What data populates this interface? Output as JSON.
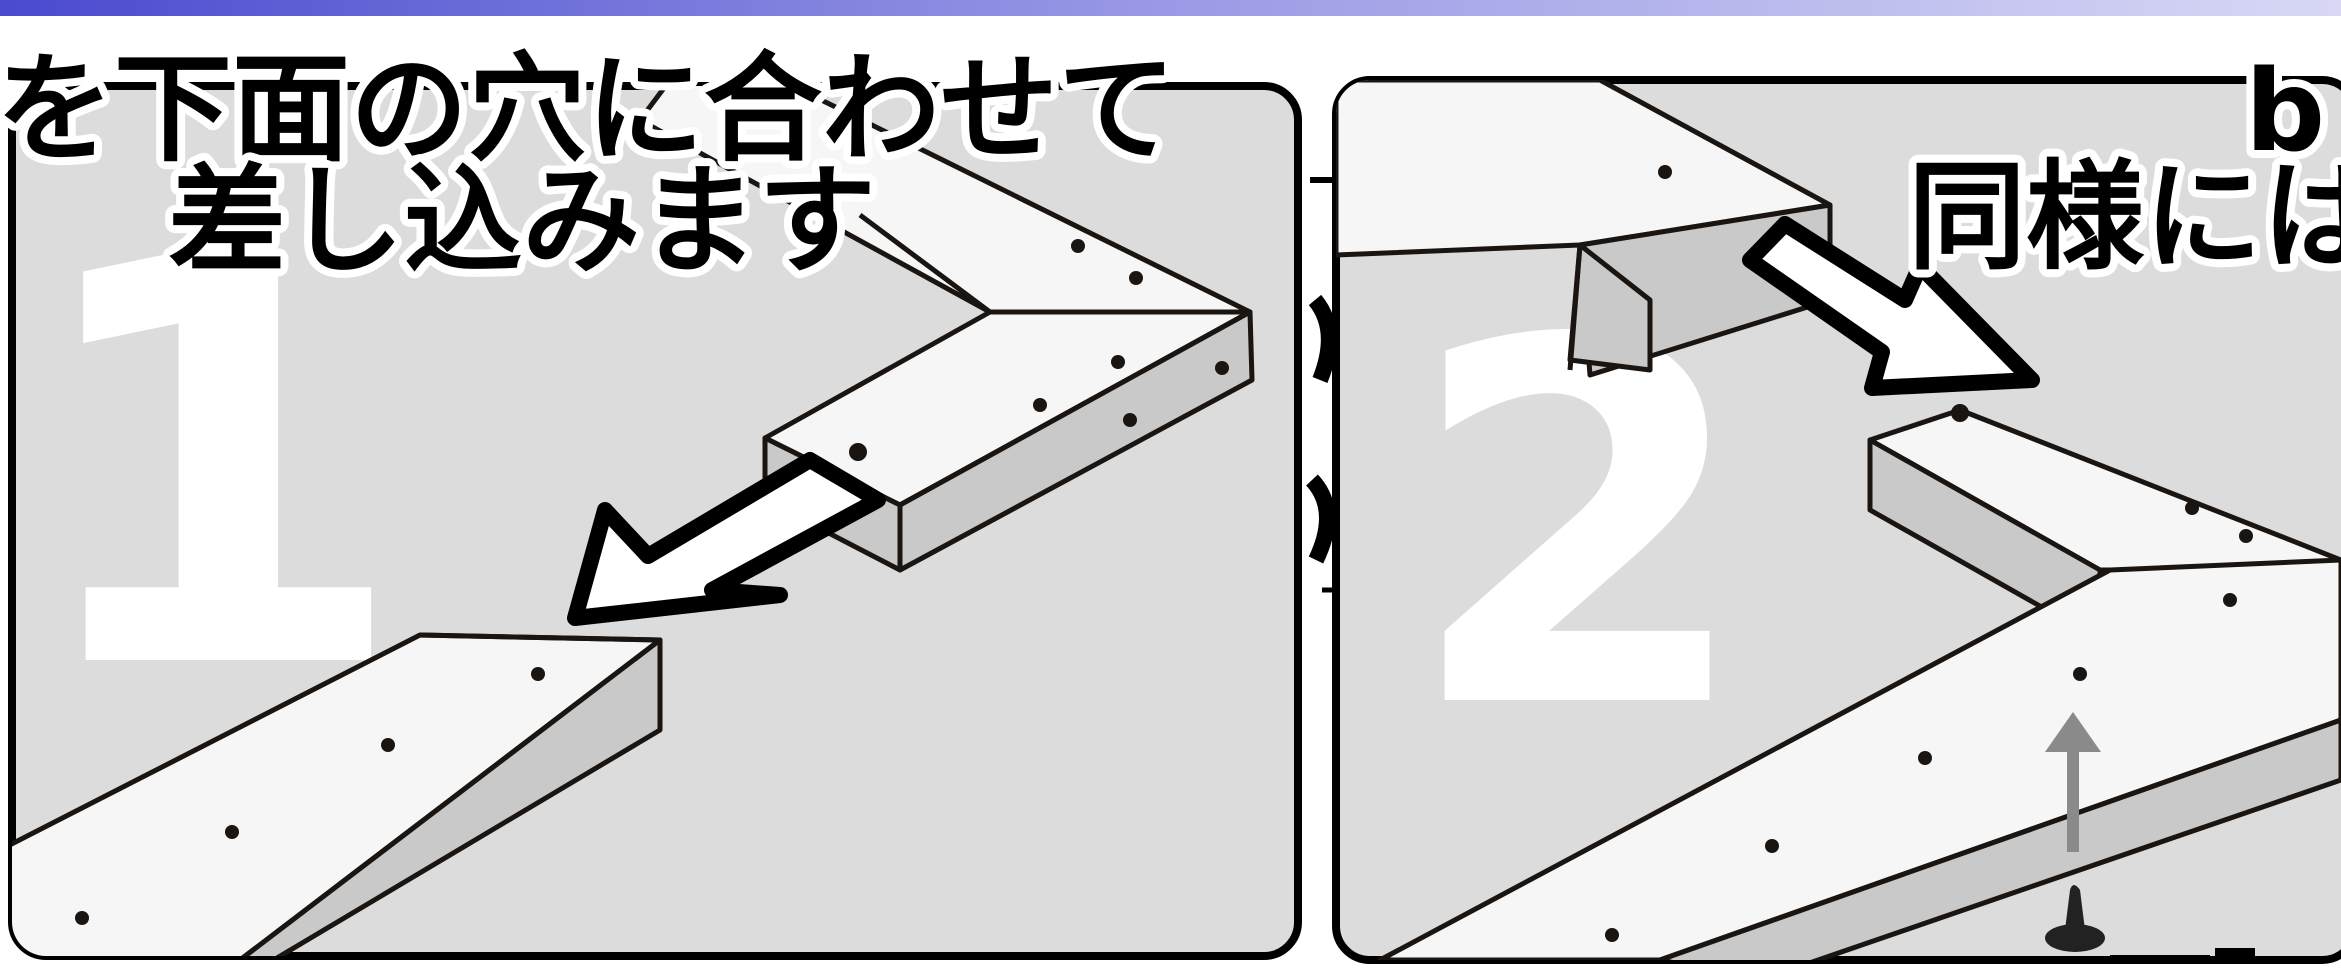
{
  "caption_left_line1": "を下面の穴に合わせて",
  "caption_left_line2": "差し込みます",
  "caption_right_line1": "b (ネ",
  "caption_right_line2": "同様には",
  "step_1": "1",
  "step_2": "2",
  "colors": {
    "panel_background": "#dcdcdc",
    "panel_border": "#000000",
    "board_top": "#f6f6f6",
    "board_side": "#c9c9c9",
    "arrow_fill": "#ffffff",
    "gray_arrow": "#8a8a8a",
    "top_bar": "#6b6bd6"
  },
  "icons": {
    "arrow_left": "insert-arrow-icon",
    "arrow_right": "insert-arrow-icon",
    "arrow_up": "up-arrow-icon",
    "screw": "screw-icon"
  }
}
